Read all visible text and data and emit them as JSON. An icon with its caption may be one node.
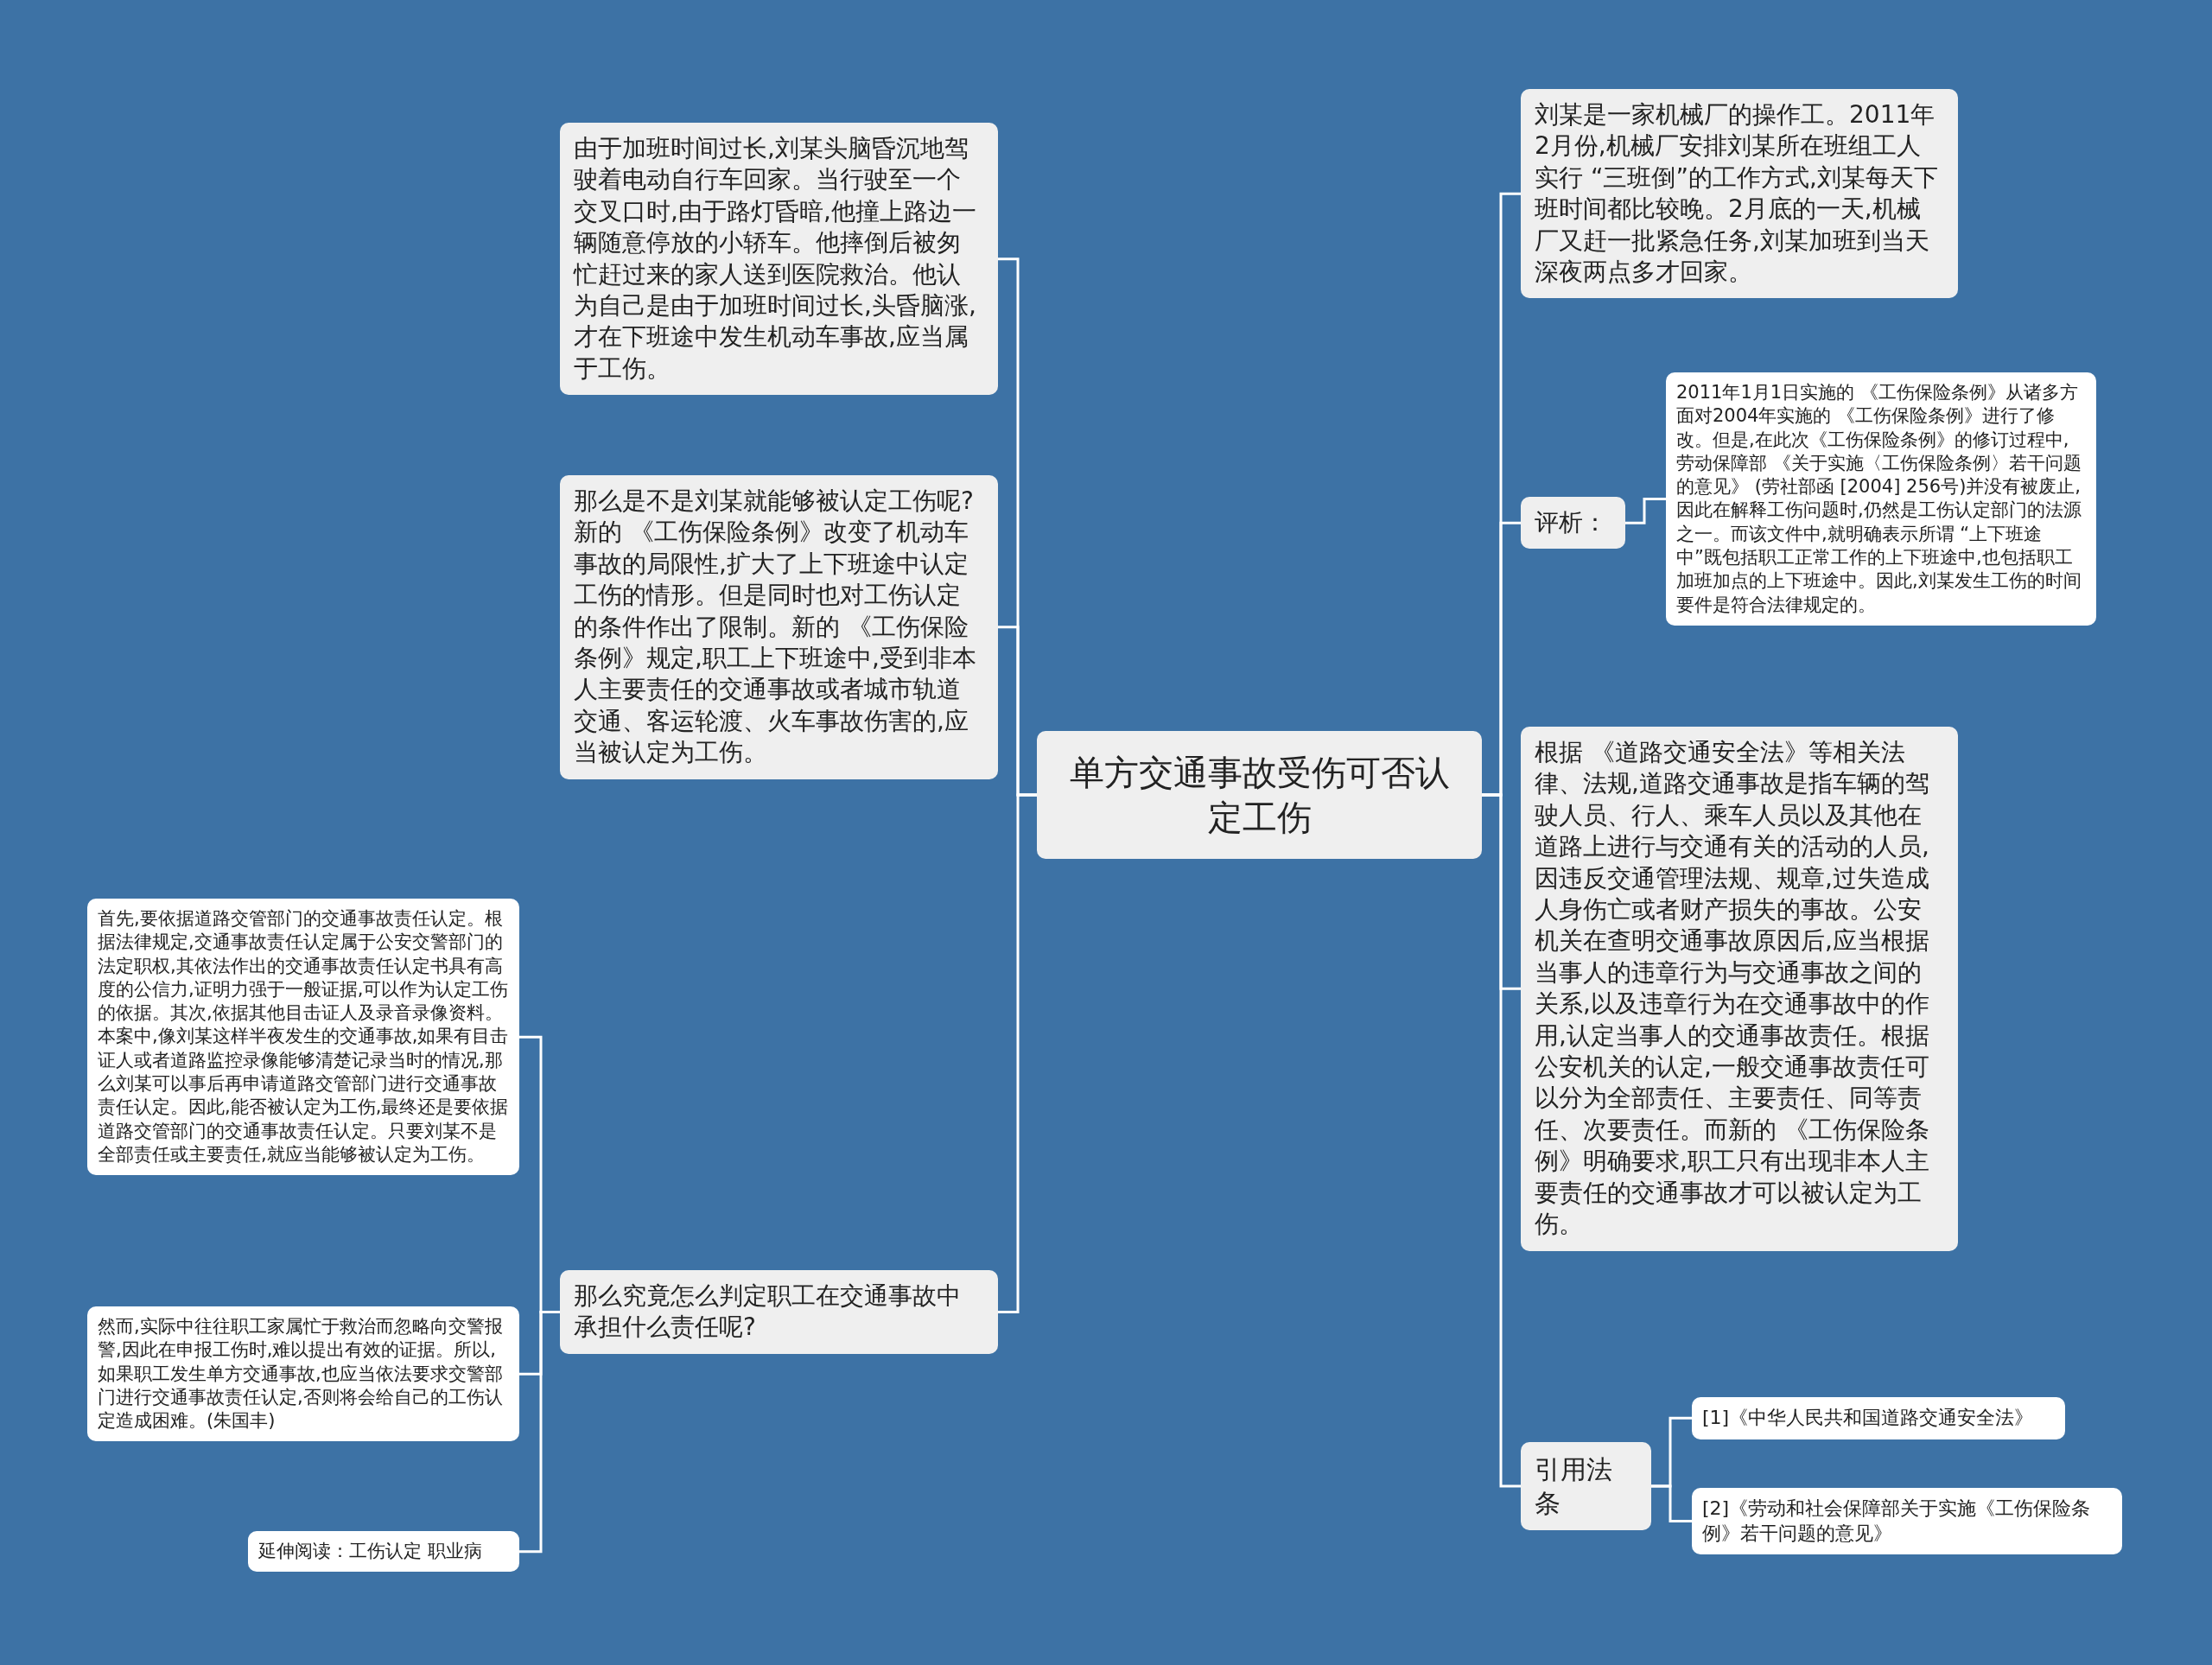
{
  "diagram": {
    "nodes": [
      {
        "text": [
          "单方交通事故受伤可否认定工伤"
        ]
      },
      {
        "text": [
          "由于加班时间过长,刘某头脑昏沉地驾驶着电动自行车回家。当行驶至一个交叉口时,由于路灯昏暗,他撞上路边一辆随意停放的小轿车。他摔倒后被匆忙赶过来的家人送到医院救治。他认为自己是由于加班时间过长,头昏脑涨,才在下班途中发生机动车事故,应当属于工伤。"
        ]
      },
      {
        "text": [
          "那么是不是刘某就能够被认定工伤呢?新的 《工伤保险条例》改变了机动车事故的局限性,扩大了上下班途中认定工伤的情形。但是同时也对工伤认定的条件作出了限制。新的 《工伤保险条例》规定,职工上下班途中,受到非本人主要责任的交通事故或者城市轨道交通、客运轮渡、火车事故伤害的,应当被认定为工伤。"
        ]
      },
      {
        "text": [
          "那么究竟怎么判定职工在交通事故中承担什么责任呢?"
        ]
      },
      {
        "text": [
          "首先,要依据道路交管部门的交通事故责任认定。根据法律规定,交通事故责任认定属于公安交警部门的法定职权,其依法作出的交通事故责任认定书具有高度的公信力,证明力强于一般证据,可以作为认定工伤的依据。其次,依据其他目击证人及录音录像资料。本案中,像刘某这样半夜发生的交通事故,如果有目击证人或者道路监控录像能够清楚记录当时的情况,那么刘某可以事后再申请道路交管部门进行交通事故责任认定。因此,能否被认定为工伤,最终还是要依据道路交管部门的交通事故责任认定。只要刘某不是全部责任或主要责任,就应当能够被认定为工伤。"
        ]
      },
      {
        "text": [
          "然而,实际中往往职工家属忙于救治而忽略向交警报警,因此在申报工伤时,难以提出有效的证据。所以,如果职工发生单方交通事故,也应当依法要求交警部门进行交通事故责任认定,否则将会给自己的工伤认定造成困难。(朱国丰)"
        ]
      },
      {
        "text": [
          "延伸阅读：工伤认定 职业病"
        ]
      },
      {
        "text": [
          "刘某是一家机械厂的操作工。2011年2月份,机械厂安排刘某所在班组工人实行 “三班倒”的工作方式,刘某每天下班时间都比较晚。2月底的一天,机械厂又赶一批紧急任务,刘某加班到当天深夜两点多才回家。"
        ]
      },
      {
        "text": [
          "评析："
        ]
      },
      {
        "text": [
          "2011年1月1日实施的 《工伤保险条例》从诸多方面对2004年实施的 《工伤保险条例》进行了修改。但是,在此次《工伤保险条例》的修订过程中,劳动保障部 《关于实施〈工伤保险条例〉若干问题的意见》 (劳社部函 [2004] 256号)并没有被废止,因此在解释工伤问题时,仍然是工伤认定部门的法源之一。而该文件中,就明确表示所谓 “上下班途中”既包括职工正常工作的上下班途中,也包括职工加班加点的上下班途中。因此,刘某发生工伤的时间要件是符合法律规定的。"
        ]
      },
      {
        "text": [
          "根据 《道路交通安全法》等相关法律、法规,道路交通事故是指车辆的驾驶人员、行人、乘车人员以及其他在道路上进行与交通有关的活动的人员,因违反交通管理法规、规章,过失造成人身伤亡或者财产损失的事故。公安机关在查明交通事故原因后,应当根据当事人的违章行为与交通事故之间的关系,以及违章行为在交通事故中的作用,认定当事人的交通事故责任。根据公安机关的认定,一般交通事故责任可以分为全部责任、主要责任、同等责任、次要责任。而新的 《工伤保险条例》明确要求,职工只有出现非本人主要责任的交通事故才可以被认定为工伤。"
        ]
      },
      {
        "text": [
          "引用法条"
        ]
      },
      {
        "text": [
          "[1]《中华人民共和国道路交通安全法》"
        ]
      },
      {
        "text": [
          "[2]《劳动和社会保障部关于实施《工伤保险条例》若干问题的意见》"
        ]
      }
    ],
    "edges": [
      {
        "from": 0,
        "to": 1,
        "arrow": "none"
      },
      {
        "from": 0,
        "to": 2,
        "arrow": "none"
      },
      {
        "from": 0,
        "to": 3,
        "arrow": "none"
      },
      {
        "from": 3,
        "to": 4,
        "arrow": "none"
      },
      {
        "from": 3,
        "to": 5,
        "arrow": "none"
      },
      {
        "from": 3,
        "to": 6,
        "arrow": "none"
      },
      {
        "from": 0,
        "to": 7,
        "arrow": "none"
      },
      {
        "from": 0,
        "to": 8,
        "arrow": "none"
      },
      {
        "from": 0,
        "to": 10,
        "arrow": "none"
      },
      {
        "from": 0,
        "to": 11,
        "arrow": "none"
      },
      {
        "from": 8,
        "to": 9,
        "arrow": "none"
      },
      {
        "from": 11,
        "to": 12,
        "arrow": "none"
      },
      {
        "from": 11,
        "to": 13,
        "arrow": "none"
      }
    ]
  }
}
